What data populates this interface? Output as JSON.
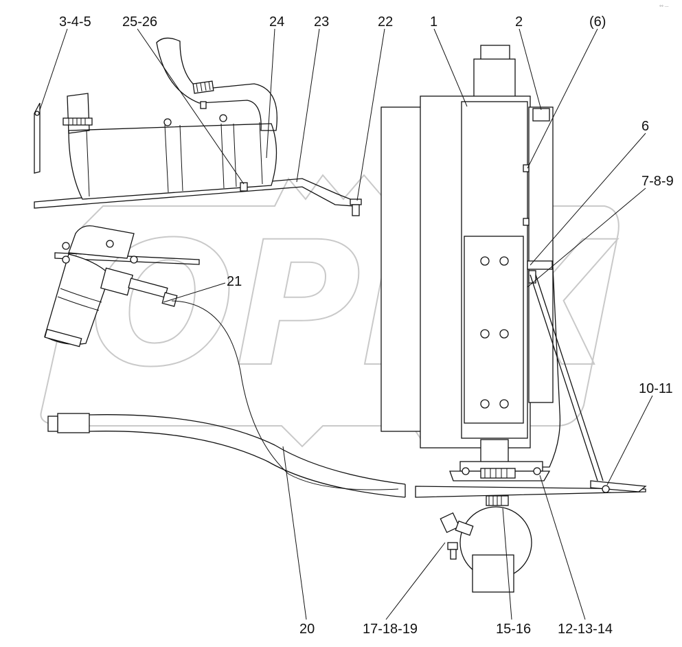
{
  "watermark": {
    "text": "OPEX"
  },
  "corner_mark": "°° ···",
  "callouts": [
    {
      "id": "c-3-4-5",
      "label": "3-4-5"
    },
    {
      "id": "c-25-26",
      "label": "25-26"
    },
    {
      "id": "c-24",
      "label": "24"
    },
    {
      "id": "c-23",
      "label": "23"
    },
    {
      "id": "c-22",
      "label": "22"
    },
    {
      "id": "c-1",
      "label": "1"
    },
    {
      "id": "c-2",
      "label": "2"
    },
    {
      "id": "c-6p",
      "label": "(6)"
    },
    {
      "id": "c-6",
      "label": "6"
    },
    {
      "id": "c-7-8-9",
      "label": "7-8-9"
    },
    {
      "id": "c-21",
      "label": "21"
    },
    {
      "id": "c-10-11",
      "label": "10-11"
    },
    {
      "id": "c-20",
      "label": "20"
    },
    {
      "id": "c-17-18-19",
      "label": "17-18-19"
    },
    {
      "id": "c-15-16",
      "label": "15-16"
    },
    {
      "id": "c-12-13-14",
      "label": "12-13-14"
    }
  ]
}
